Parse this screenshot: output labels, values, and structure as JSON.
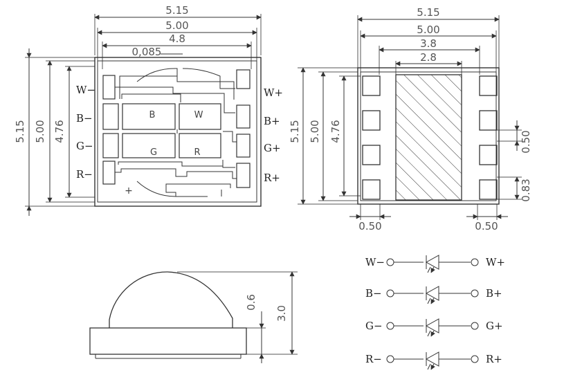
{
  "top_view": {
    "dim_5_15": "5.15",
    "dim_5_00": "5.00",
    "dim_4_8": "4.8",
    "dim_0_085": "0,085",
    "left_dim_5_15": "5.15",
    "left_dim_5_00": "5.00",
    "left_dim_4_76": "4.76",
    "pins_left": [
      "W−",
      "B−",
      "G−",
      "R−"
    ],
    "pins_right": [
      "W+",
      "B+",
      "G+",
      "R+"
    ],
    "pad_letters": [
      "B",
      "W",
      "G",
      "R"
    ],
    "plus_mark": "+"
  },
  "bottom_view": {
    "dim_5_15": "5.15",
    "dim_5_00": "5.00",
    "dim_3_8": "3.8",
    "dim_2_8": "2.8",
    "left_dim_5_15": "5.15",
    "left_dim_5_00": "5.00",
    "left_dim_4_76": "4.76",
    "right_dim_0_50": "0.50",
    "right_dim_0_83": "0.83",
    "bottom_left_0_50": "0.50",
    "bottom_right_0_50": "0.50"
  },
  "side_view": {
    "dim_0_6": "0.6",
    "dim_3_0": "3.0"
  },
  "schematic": {
    "rows": [
      {
        "neg": "W−",
        "pos": "W+"
      },
      {
        "neg": "B−",
        "pos": "B+"
      },
      {
        "neg": "G−",
        "pos": "G+"
      },
      {
        "neg": "R−",
        "pos": "R+"
      }
    ]
  }
}
